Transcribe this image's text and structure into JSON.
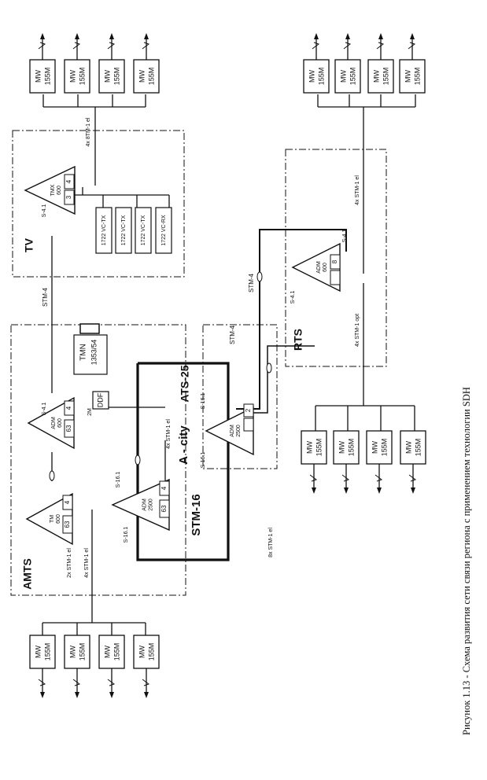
{
  "blocks": {
    "amts": "AMTS",
    "tv": "TV",
    "rts": "RTS",
    "ats": "ATS-25",
    "city": "A - city"
  },
  "tmn": {
    "line1": "TMN",
    "line2": "1353/54"
  },
  "ddf": "DDF",
  "mw": {
    "line1": "MW",
    "line2": "155M"
  },
  "tv_units": [
    "1722 VC-TX",
    "1722 VC-TX",
    "1722 VC-TX",
    "1722 VC-RX"
  ],
  "nodes": {
    "amts_tm": {
      "line1": "TM",
      "line2": "600",
      "port_a": "4",
      "port_b": "63"
    },
    "amts_adm": {
      "line1": "ADM",
      "line2": "600",
      "port_a": "4",
      "port_b": "63"
    },
    "city_adm": {
      "line1": "ADM",
      "line2": "2500",
      "port_a": "4",
      "port_b": "63"
    },
    "ats_adm": {
      "line1": "ADM",
      "line2": "2500",
      "port_a": "2"
    },
    "tv_tmx": {
      "line1": "TMX",
      "line2": "600",
      "port_a": "4",
      "port_b": "3"
    },
    "rts_adm": {
      "line1": "ADM",
      "line2": "600",
      "port_a": "8"
    }
  },
  "labels": {
    "stm4_tv": "STM-4",
    "stm16": "STM-16",
    "stm4_ats": "STM-4",
    "stm4_rts": "STM-4",
    "s41_amts": "S-4.1",
    "s41_tv": "S-4.1",
    "s41_rts_a": "S-4.1",
    "s41_rts_b": "S-4.1",
    "s161_a": "S-16.1",
    "s161_b": "S-16.1",
    "s161_ats_a": "S-16.1",
    "s161_ats_b": "S-16.1",
    "stm_2x": "2x STM-1 el",
    "stm_4x_a": "4x STM-1 el",
    "stm_4x_b": "4x STM-1 el",
    "stm_8x_tv": "4x 8TM-1 el",
    "stm_4x_rts": "4x STM-1 el",
    "stm_4x_opt": "4x STM-1 opt",
    "stm_8x": "8x STM-1 el",
    "m2": "2M"
  },
  "caption": "Рисунок 1.13 - Схема развития сети связи региона с применением технологии SDH"
}
